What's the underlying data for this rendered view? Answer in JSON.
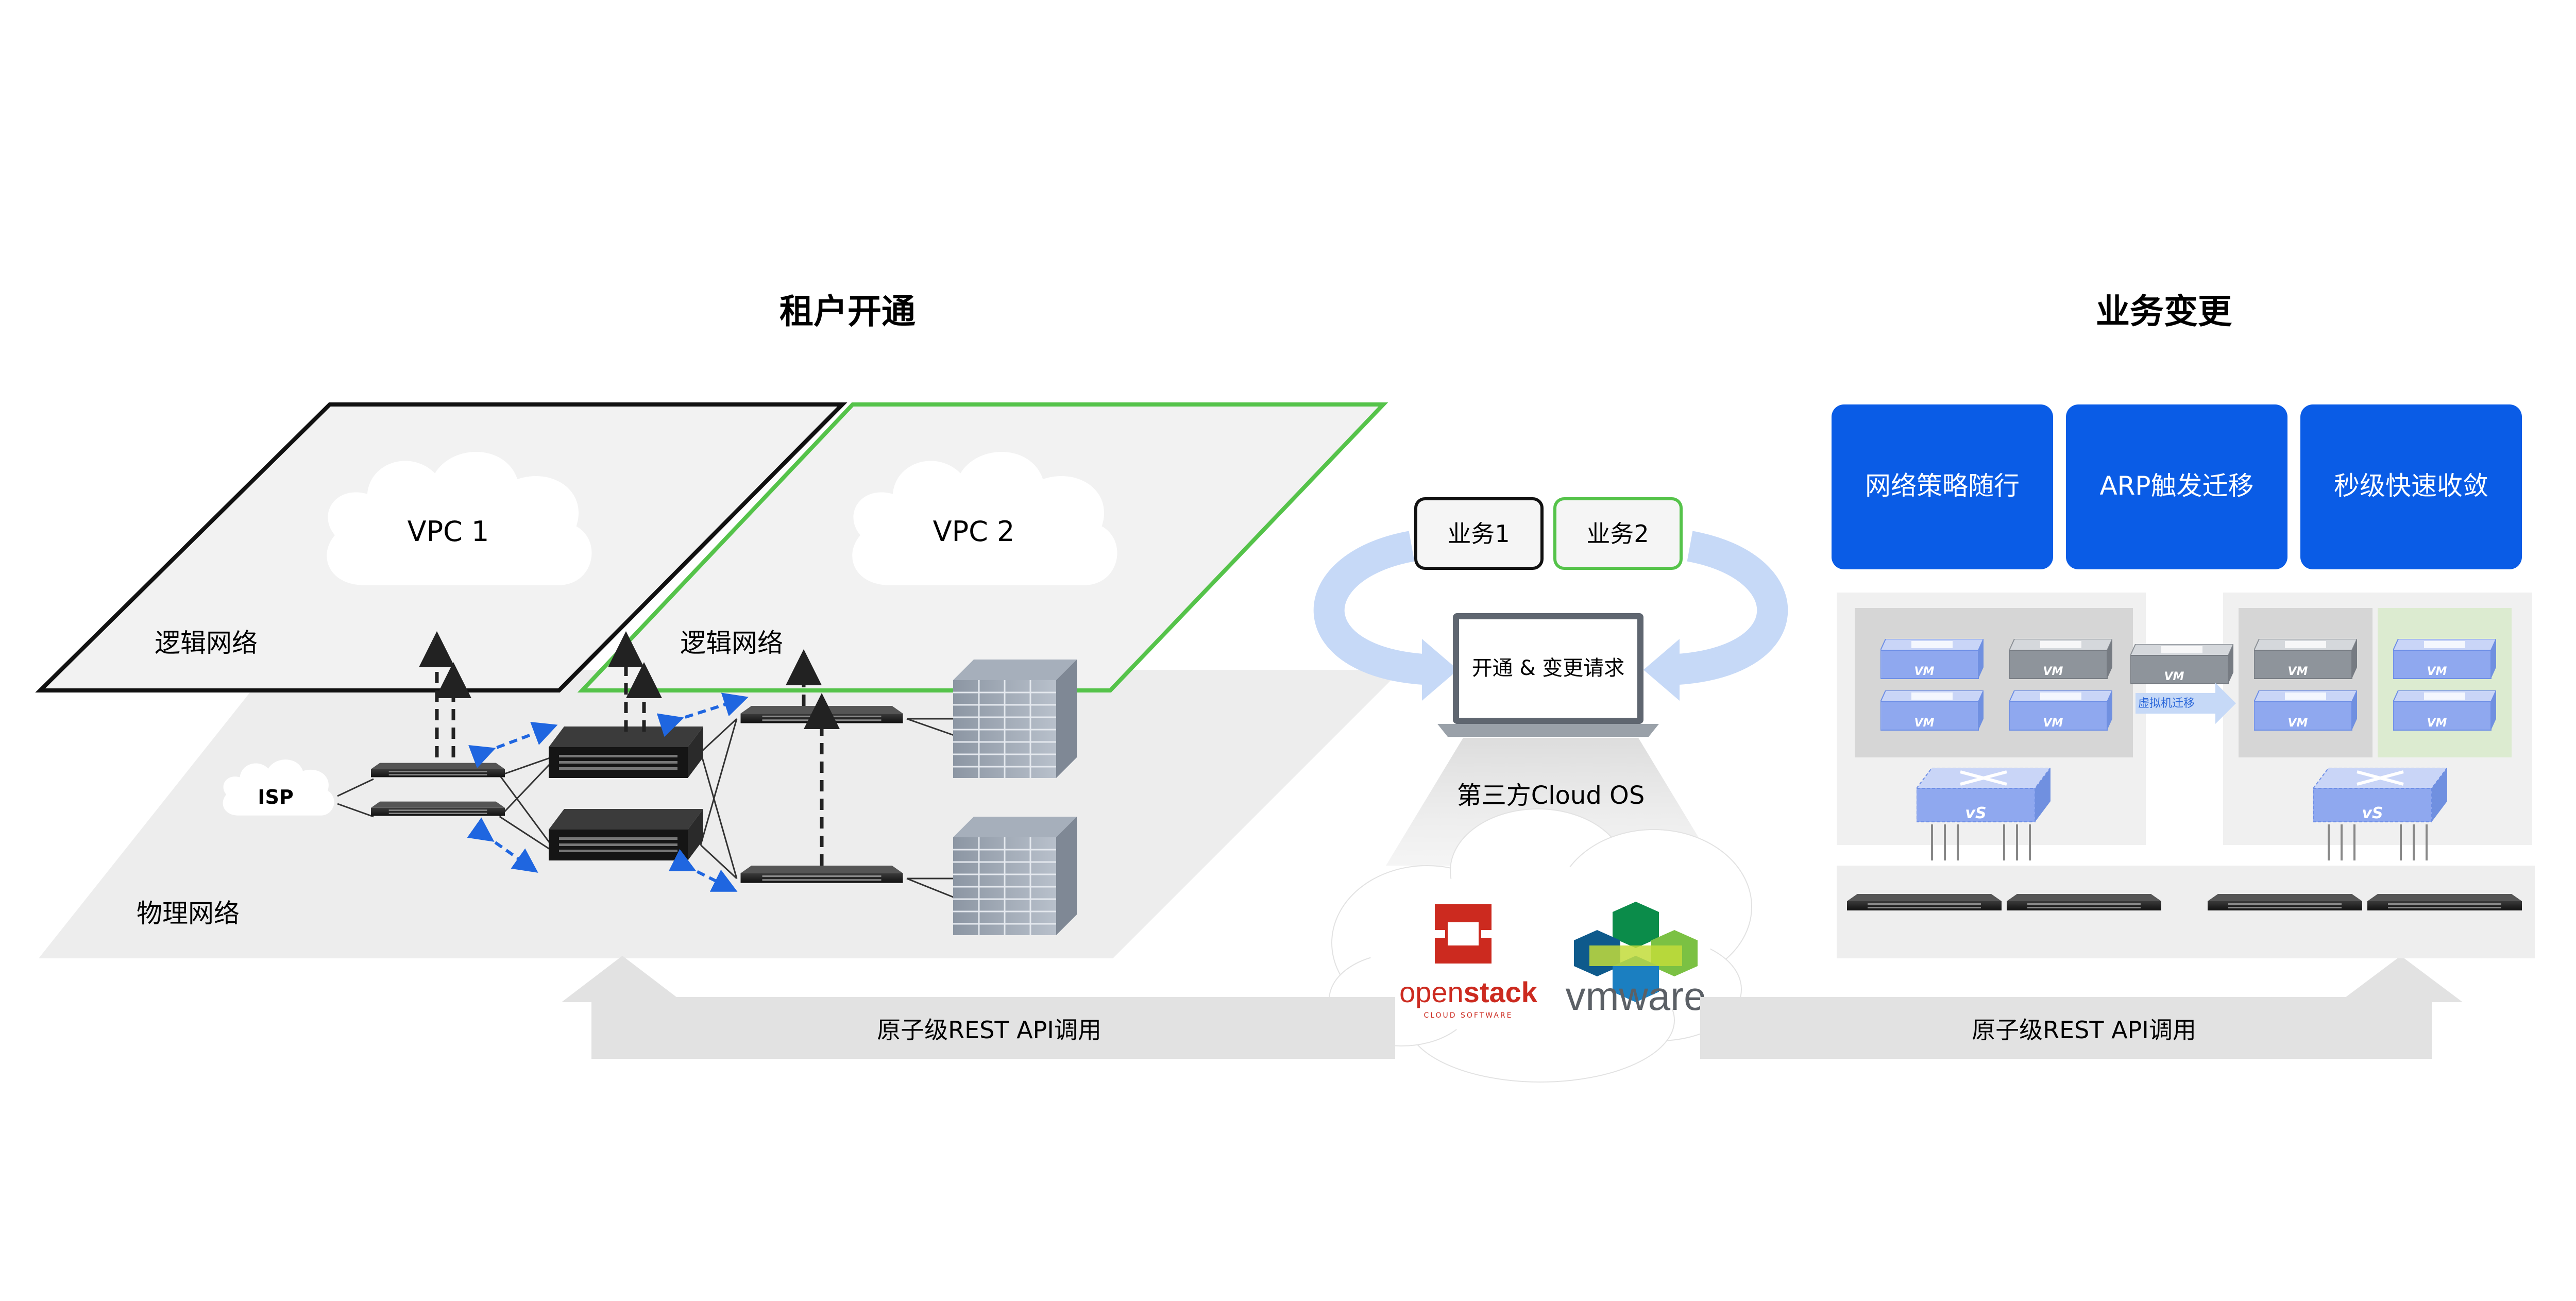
{
  "headings": {
    "tenant_provisioning": "租户开通",
    "service_change": "业务变更"
  },
  "logical_network": {
    "vpc1_label": "VPC 1",
    "vpc2_label": "VPC 2",
    "plane1_label": "逻辑网络",
    "plane2_label": "逻辑网络",
    "vpc1_border_color": "#111111",
    "vpc2_border_color": "#55c34a"
  },
  "physical_network": {
    "label": "物理网络",
    "isp_label": "ISP"
  },
  "services": {
    "service1": "业务1",
    "service2": "业务2",
    "service2_border_color": "#55c34a"
  },
  "laptop": {
    "screen_text": "开通 & 变更请求"
  },
  "cloud_os": {
    "label": "第三方Cloud OS",
    "openstack_prefix": "open",
    "openstack_suffix": "stack",
    "openstack_sub": "CLOUD SOFTWARE",
    "vmware_logo": "vmware"
  },
  "features": [
    {
      "label": "网络策略随行"
    },
    {
      "label": "ARP触发迁移"
    },
    {
      "label": "秒级快速收敛"
    }
  ],
  "feature_color": "#0a5ce6",
  "vm": {
    "label": "VM",
    "migration_label": "虚拟机迁移",
    "vswitch_label": "vS"
  },
  "api": {
    "left_label": "原子级REST API调用",
    "right_label": "原子级REST API调用"
  },
  "icons": {
    "switch": "network-switch-icon",
    "server_rack": "server-rack-icon",
    "laptop": "laptop-icon",
    "cloud": "cloud-icon",
    "vm": "virtual-machine-icon",
    "vswitch": "virtual-switch-icon"
  }
}
